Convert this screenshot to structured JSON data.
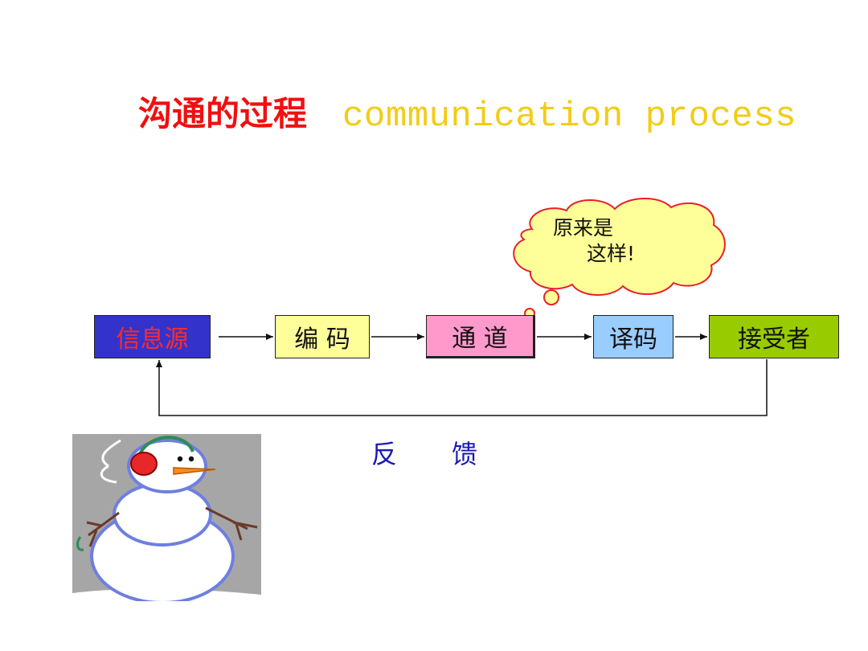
{
  "title": {
    "chinese": "沟通的过程",
    "english": "communication  process"
  },
  "flow": {
    "boxes": [
      {
        "label": "信息源",
        "color": "#3333cc",
        "text_color": "#ff2a2a"
      },
      {
        "label": "编 码",
        "color": "#ffff99"
      },
      {
        "label": "通 道",
        "color": "#ff99cc"
      },
      {
        "label": "译码",
        "color": "#99ccff"
      },
      {
        "label": "接受者",
        "color": "#99cc00"
      }
    ],
    "feedback_chars": [
      "反",
      "馈"
    ]
  },
  "thought_bubble": {
    "line1": "原来是",
    "line2": "这样!",
    "fill": "#ffff99",
    "stroke": "#e8202a"
  },
  "picture": {
    "icon": "snowman-icon",
    "background": "#a6a6a6"
  }
}
